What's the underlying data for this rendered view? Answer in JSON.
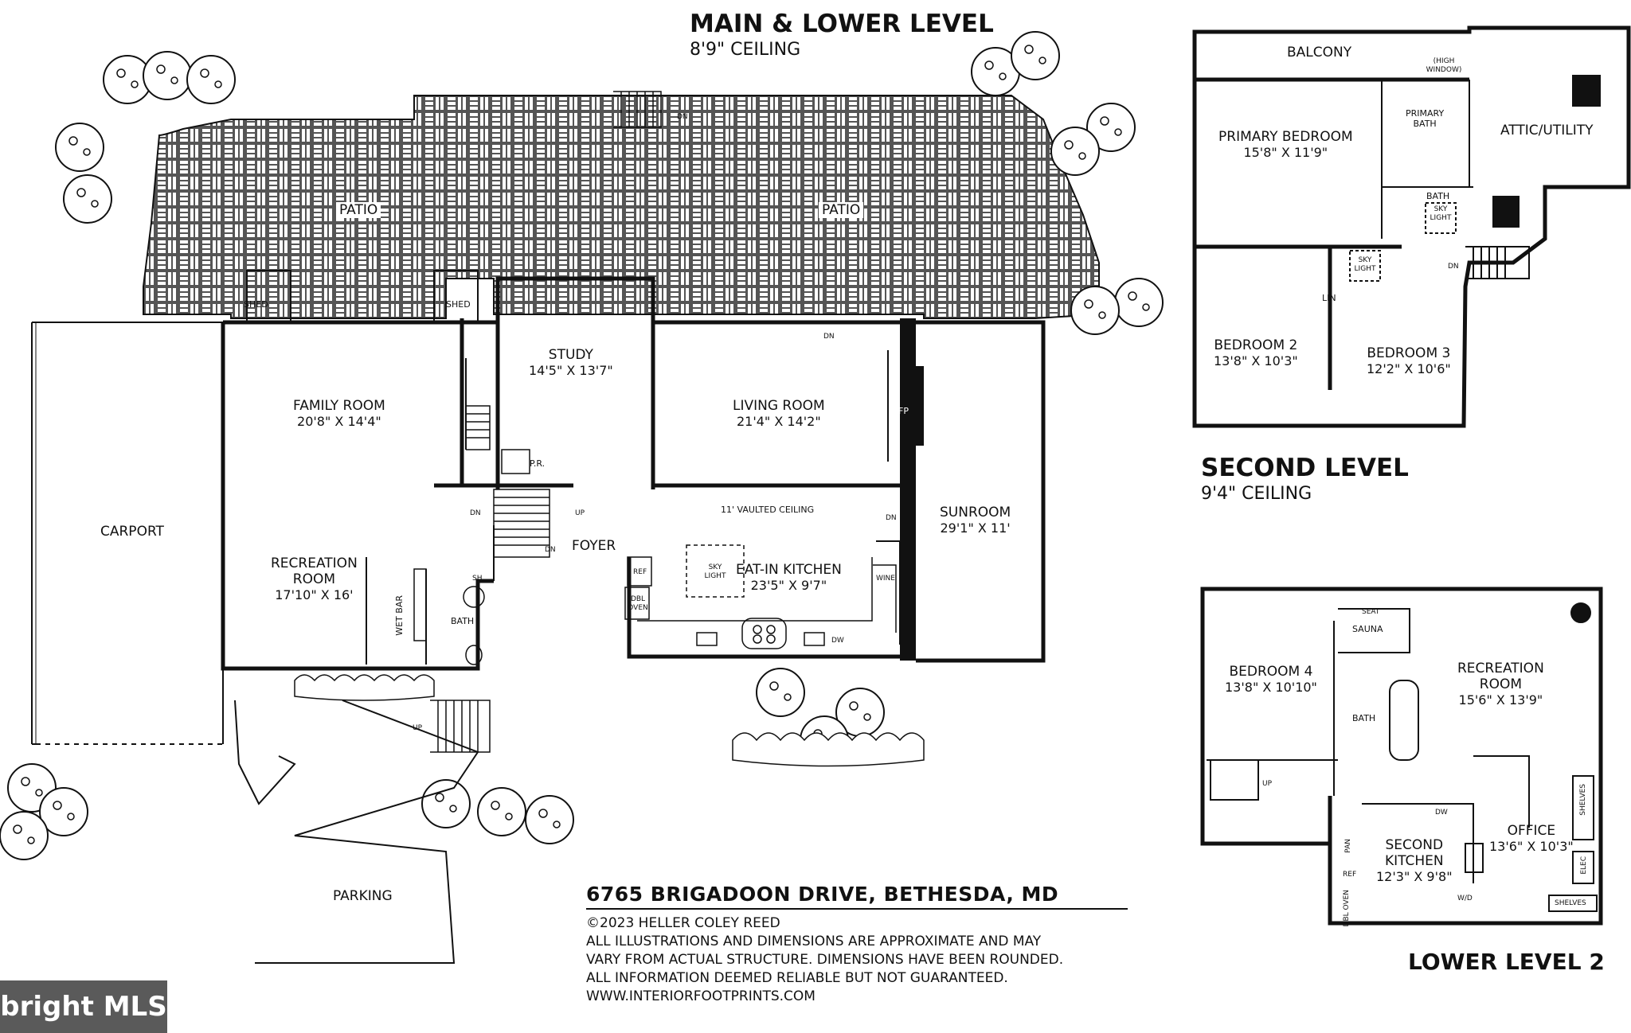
{
  "titles": {
    "main": {
      "title": "MAIN & LOWER LEVEL",
      "ceiling": "8'9\" CEILING"
    },
    "second": {
      "title": "SECOND LEVEL",
      "ceiling": "9'4\" CEILING"
    },
    "lower2": {
      "title": "LOWER LEVEL 2"
    }
  },
  "main_rooms": {
    "patio_left": "PATIO",
    "patio_right": "PATIO",
    "shed_left": "SHED",
    "shed_right": "SHED",
    "study": {
      "name": "STUDY",
      "dim": "14'5\" X 13'7\""
    },
    "family_room": {
      "name": "FAMILY ROOM",
      "dim": "20'8\" X 14'4\""
    },
    "living_room": {
      "name": "LIVING ROOM",
      "dim": "21'4\" X 14'2\""
    },
    "fp": "FP",
    "pr": "P.R.",
    "carport": "CARPORT",
    "recreation_room": {
      "name": "RECREATION",
      "name2": "ROOM",
      "dim": "17'10\" X 16'"
    },
    "vaulted": "11' VAULTED CEILING",
    "foyer": "FOYER",
    "sunroom": {
      "name": "SUNROOM",
      "dim": "29'1\" X 11'"
    },
    "eat_in_kitchen": {
      "name": "EAT-IN KITCHEN",
      "dim": "23'5\" X 9'7\""
    },
    "sky_light": "SKY LIGHT",
    "ref": "REF",
    "dbl_oven": "DBL OVEN",
    "wine": "WINE",
    "dw": "DW",
    "wet_bar": "WET BAR",
    "bath": "BATH",
    "sh": "SH",
    "parking": "PARKING",
    "dn": "DN",
    "up": "UP"
  },
  "second_rooms": {
    "balcony": "BALCONY",
    "high_window": "(HIGH WINDOW)",
    "primary_bedroom": {
      "name": "PRIMARY BEDROOM",
      "dim": "15'8\" X 11'9\""
    },
    "primary_bath": {
      "name": "PRIMARY",
      "name2": "BATH"
    },
    "attic": "ATTIC/UTILITY",
    "bath": "BATH",
    "sky_light": "SKY LIGHT",
    "bedroom2": {
      "name": "BEDROOM 2",
      "dim": "13'8\" X 10'3\""
    },
    "bedroom3": {
      "name": "BEDROOM 3",
      "dim": "12'2\" X 10'6\""
    },
    "lin": "LIN",
    "dn": "DN"
  },
  "lower2_rooms": {
    "bedroom4": {
      "name": "BEDROOM 4",
      "dim": "13'8\" X 10'10\""
    },
    "seat": "SEAT",
    "sauna": "SAUNA",
    "recreation_room": {
      "name": "RECREATION",
      "name2": "ROOM",
      "dim": "15'6\" X 13'9\""
    },
    "bath": "BATH",
    "up": "UP",
    "second_kitchen": {
      "name": "SECOND",
      "name2": "KITCHEN",
      "dim": "12'3\" X 9'8\""
    },
    "office": {
      "name": "OFFICE",
      "dim": "13'6\" X 10'3\""
    },
    "shelves": "SHELVES",
    "elec": "ELEC",
    "pan": "PAN",
    "ref": "REF",
    "dbl_oven": "DBL OVEN",
    "wd": "W/D",
    "dw": "DW"
  },
  "footer": {
    "address": "6765 BRIGADOON DRIVE, BETHESDA, MD",
    "copyright": "©2023 HELLER COLEY REED",
    "disclaimer1": "ALL ILLUSTRATIONS AND DIMENSIONS ARE APPROXIMATE AND MAY",
    "disclaimer2": "VARY FROM ACTUAL STRUCTURE. DIMENSIONS HAVE BEEN ROUNDED.",
    "disclaimer3": "ALL INFORMATION DEEMED RELIABLE BUT NOT GUARANTEED.",
    "website": "WWW.INTERIORFOOTPRINTS.COM"
  },
  "watermark": "bright MLS"
}
